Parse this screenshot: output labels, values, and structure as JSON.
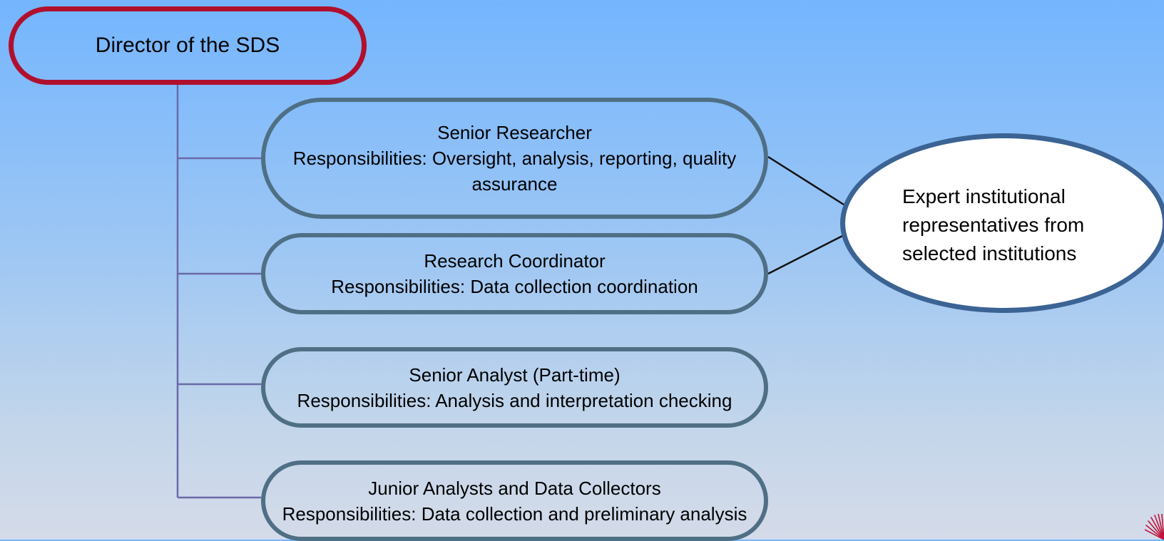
{
  "diagram": {
    "director": {
      "label": "Director of the SDS"
    },
    "roles": [
      {
        "title": "Senior Researcher",
        "responsibilities": "Responsibilities: Oversight, analysis, reporting, quality assurance"
      },
      {
        "title": "Research Coordinator",
        "responsibilities": "Responsibilities: Data collection coordination"
      },
      {
        "title": "Senior Analyst (Part-time)",
        "responsibilities": "Responsibilities: Analysis and interpretation checking"
      },
      {
        "title": "Junior Analysts and Data Collectors",
        "responsibilities": "Responsibilities: Data collection and preliminary analysis"
      }
    ],
    "experts": {
      "label": "Expert institutional representatives from selected institutions"
    }
  },
  "colors": {
    "director_border": "#b0102e",
    "role_border": "#4f6f85",
    "expert_border": "#3b6394",
    "connector": "#6a6aa8",
    "background_top": "#74b5fe",
    "background_bottom": "#d4dbe9"
  },
  "icons": {
    "corner_mark": "sunburst-logo-icon"
  }
}
